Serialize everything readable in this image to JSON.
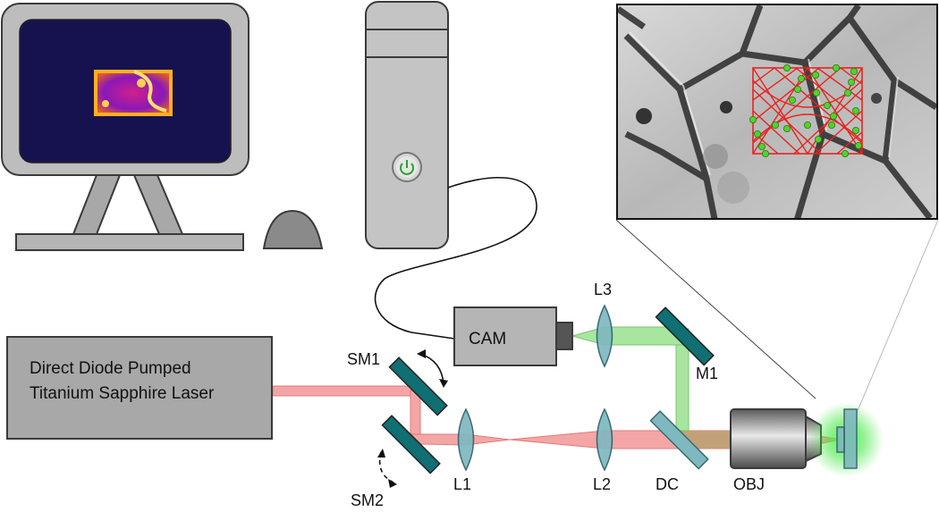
{
  "laser": {
    "line1": "Direct Diode Pumped",
    "line2": "Titanium Sapphire Laser"
  },
  "labels": {
    "cam": "CAM",
    "sm1": "SM1",
    "sm2": "SM2",
    "l1": "L1",
    "l2": "L2",
    "l3": "L3",
    "m1": "M1",
    "dc": "DC",
    "obj": "OBJ"
  },
  "colors": {
    "excitation_beam": "#f4a6a6",
    "emission_beam": "#a8e6a0",
    "optics_fill": "#7fb8bf",
    "mirror_fill": "#0f6f72",
    "scan_pattern": "#e8231e",
    "cell_dots": "#55d22a",
    "monitor_image_bg": "#161250"
  },
  "icons": {
    "computer": "desktop-tower-icon",
    "power": "power-icon",
    "mouse": "mouse-icon",
    "monitor": "monitor-icon"
  }
}
